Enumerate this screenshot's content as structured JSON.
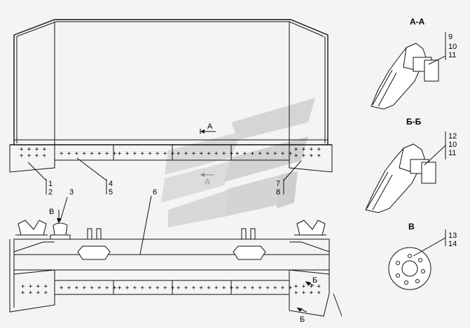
{
  "section_labels": {
    "aa": "А-А",
    "bb": "Б-Б",
    "v": "В"
  },
  "callouts": {
    "c1": "1",
    "c2": "2",
    "c3": "3",
    "c4": "4",
    "c5": "5",
    "c6": "6",
    "c7": "7",
    "c8": "8",
    "aa_9": "9",
    "aa_10": "10",
    "aa_11": "11",
    "bb_12": "12",
    "bb_10": "10",
    "bb_11": "11",
    "v_13": "13",
    "v_14": "14"
  },
  "view_markers": {
    "a_arrow": "А",
    "a_watermark": "А",
    "b_top": "Б",
    "b_bottom": "Б",
    "v_arrow": "В"
  },
  "colors": {
    "line": "#111111",
    "background": "#f4f4f4",
    "watermark": "#c8c8c8"
  }
}
